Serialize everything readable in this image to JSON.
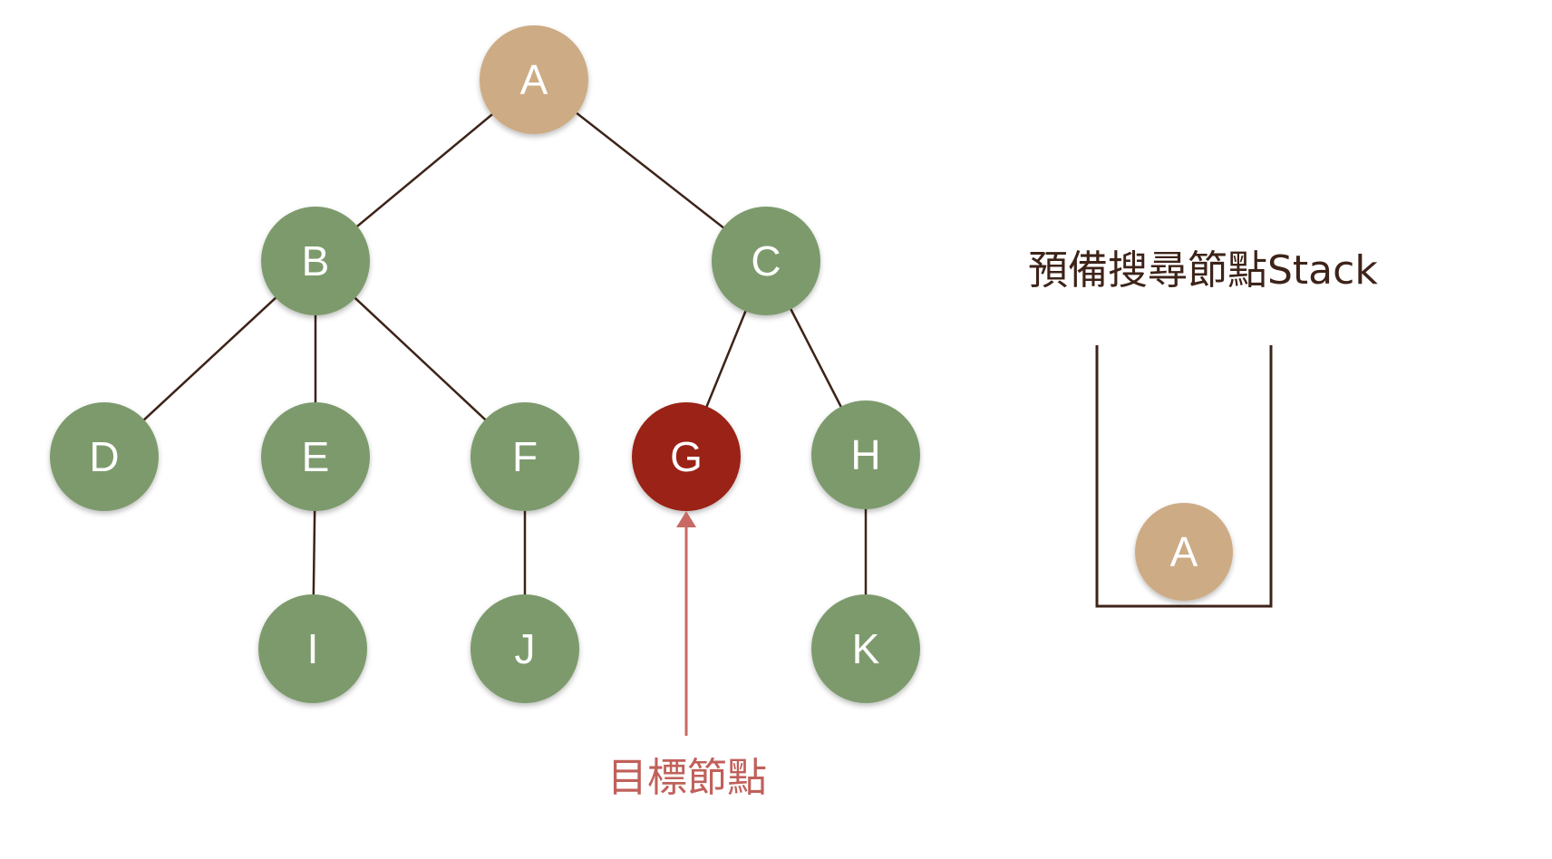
{
  "colors": {
    "visited": "#cdab84",
    "unvisited": "#7d9a6c",
    "target": "#9a2418",
    "edge": "#3d2318",
    "arrow": "#c86a63"
  },
  "tree": {
    "nodes": [
      {
        "id": "A",
        "state": "visited"
      },
      {
        "id": "B",
        "state": "unvisited"
      },
      {
        "id": "C",
        "state": "unvisited"
      },
      {
        "id": "D",
        "state": "unvisited"
      },
      {
        "id": "E",
        "state": "unvisited"
      },
      {
        "id": "F",
        "state": "unvisited"
      },
      {
        "id": "G",
        "state": "target"
      },
      {
        "id": "H",
        "state": "unvisited"
      },
      {
        "id": "I",
        "state": "unvisited"
      },
      {
        "id": "J",
        "state": "unvisited"
      },
      {
        "id": "K",
        "state": "unvisited"
      }
    ],
    "edges": [
      [
        "A",
        "B"
      ],
      [
        "A",
        "C"
      ],
      [
        "B",
        "D"
      ],
      [
        "B",
        "E"
      ],
      [
        "B",
        "F"
      ],
      [
        "C",
        "G"
      ],
      [
        "C",
        "H"
      ],
      [
        "E",
        "I"
      ],
      [
        "F",
        "J"
      ],
      [
        "H",
        "K"
      ]
    ]
  },
  "stack": {
    "title": "預備搜尋節點Stack",
    "items": [
      "A"
    ]
  },
  "target_label": "目標節點"
}
